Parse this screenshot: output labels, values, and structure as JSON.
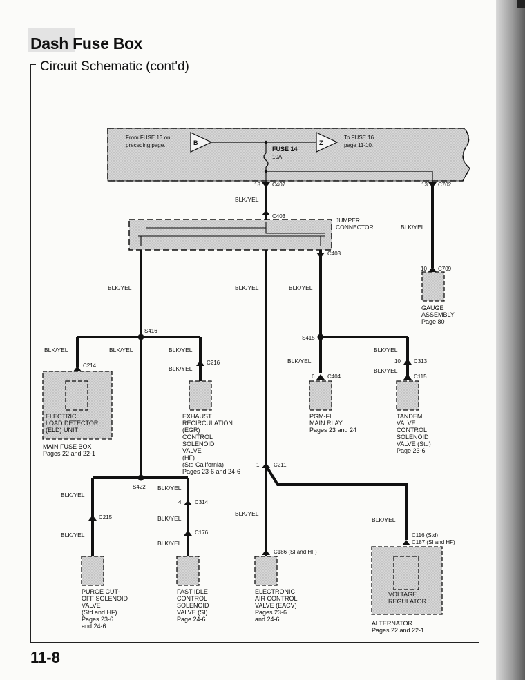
{
  "header": {
    "title": "Dash Fuse Box",
    "subtitle": "Circuit Schematic (cont'd)"
  },
  "page_number": "11-8",
  "fuse_box": {
    "from_note_line1": "From FUSE 13 on",
    "from_note_line2": "preceding page.",
    "from_marker": "B",
    "to_marker": "Z",
    "to_note_line1": "To FUSE 16",
    "to_note_line2": "page 11-10.",
    "fuse_name": "FUSE 14",
    "fuse_rating": "10A"
  },
  "wire_color": "BLK/YEL",
  "connectors": {
    "c407_pin": "18",
    "c407": "C407",
    "c702_pin": "13",
    "c702": "C702",
    "c403_top": "C403",
    "c403_bottom": "C403",
    "c709_pin": "10",
    "c709": "C709",
    "c214": "C214",
    "c216": "C216",
    "c404_pin": "6",
    "c404": "C404",
    "c313_pin": "10",
    "c313": "C313",
    "c115": "C115",
    "c211_pin": "1",
    "c211": "C211",
    "c314_pin": "4",
    "c314": "C314",
    "c215": "C215",
    "c176": "C176",
    "c186": "C186 (SI and HF)",
    "c116": "C116 (Std)",
    "c187": "C187 (SI and HF)"
  },
  "splices": {
    "s416": "S416",
    "s415": "S415",
    "s422": "S422"
  },
  "jumper": {
    "line1": "JUMPER",
    "line2": "CONNECTOR"
  },
  "components": {
    "gauge": [
      "GAUGE",
      "ASSEMBLY",
      "Page 80"
    ],
    "eld": [
      "ELECTRIC",
      "LOAD DETECTOR",
      "(ELD) UNIT"
    ],
    "eld_ref": [
      "MAIN FUSE BOX",
      "Pages 22 and 22-1"
    ],
    "egr": [
      "EXHAUST",
      "RECIRCULATION",
      "(EGR)",
      "CONTROL",
      "SOLENOID",
      "VALVE",
      "(HF)",
      "(Std California)",
      "Pages 23-6 and 24-6"
    ],
    "pgmfi": [
      "PGM-FI",
      "MAIN RLAY",
      "Pages 23 and 24"
    ],
    "tandem": [
      "TANDEM",
      "VALVE",
      "CONTROL",
      "SOLENOID",
      "VALVE (Std)",
      "Page 23-6"
    ],
    "purge": [
      "PURGE CUT-",
      "OFF SOLENOID",
      "VALVE",
      "(Std and HF)",
      "Pages 23-6",
      "and 24-6"
    ],
    "fast_idle": [
      "FAST IDLE",
      "CONTROL",
      "SOLENOID",
      "VALVE (SI)",
      "Page 24-6"
    ],
    "eacv": [
      "ELECTRONIC",
      "AIR CONTROL",
      "VALVE (EACV)",
      "Pages 23-6",
      "and 24-6"
    ],
    "voltage_regulator": [
      "VOLTAGE",
      "REGULATOR"
    ],
    "alternator": [
      "ALTERNATOR",
      "Pages 22 and 22-1"
    ]
  }
}
